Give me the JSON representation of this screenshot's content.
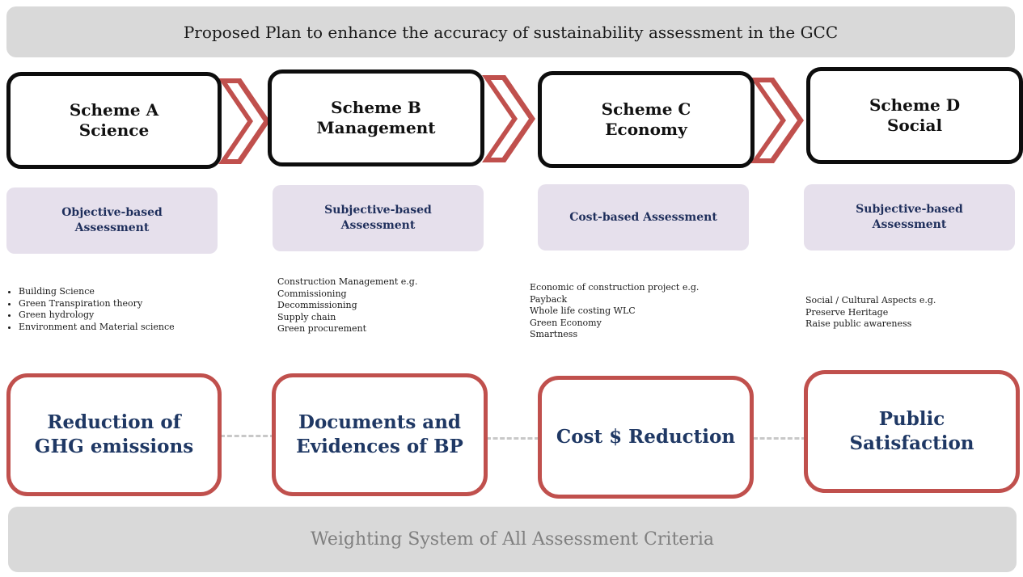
{
  "header": {
    "title": "Proposed Plan to enhance the accuracy of sustainability assessment in the GCC"
  },
  "schemes": [
    {
      "name": "Scheme A",
      "area": "Science"
    },
    {
      "name": "Scheme B",
      "area": "Management"
    },
    {
      "name": "Scheme C",
      "area": "Economy"
    },
    {
      "name": "Scheme D",
      "area": "Social"
    }
  ],
  "assessments": [
    {
      "line1": "Objective-based",
      "line2": "Assessment"
    },
    {
      "line1": "Subjective-based",
      "line2": "Assessment"
    },
    {
      "line1": "Cost-based Assessment",
      "line2": ""
    },
    {
      "line1": "Subjective-based",
      "line2": "Assessment"
    }
  ],
  "details": {
    "a": [
      "Building Science",
      "Green Transpiration theory",
      "Green hydrology",
      "Environment and Material science"
    ],
    "b": [
      "Construction Management e.g.",
      "Commissioning",
      "Decommissioning",
      "Supply chain",
      "Green procurement"
    ],
    "c": [
      "Economic of construction project e.g.",
      "Payback",
      "Whole life costing WLC",
      "Green Economy",
      "Smartness"
    ],
    "d": [
      "Social / Cultural Aspects e.g.",
      "Preserve Heritage",
      "Raise public awareness"
    ]
  },
  "outcomes": [
    {
      "line1": "Reduction of",
      "line2": "GHG emissions"
    },
    {
      "line1": "Documents and",
      "line2": "Evidences of BP"
    },
    {
      "line1": "Cost $ Reduction",
      "line2": ""
    },
    {
      "line1": "Public",
      "line2": "Satisfaction"
    }
  ],
  "footer": {
    "title": "Weighting System of All Assessment Criteria"
  },
  "colors": {
    "banner": "#d9d9d9",
    "scheme_border": "#0d0d0d",
    "chevron": "#c0504d",
    "assessment_fill": "#e6e0ec",
    "assessment_text": "#1f2f5c",
    "outcome_border": "#c0504d",
    "outcome_text": "#1f3864",
    "connector": "#c8c8c8"
  }
}
